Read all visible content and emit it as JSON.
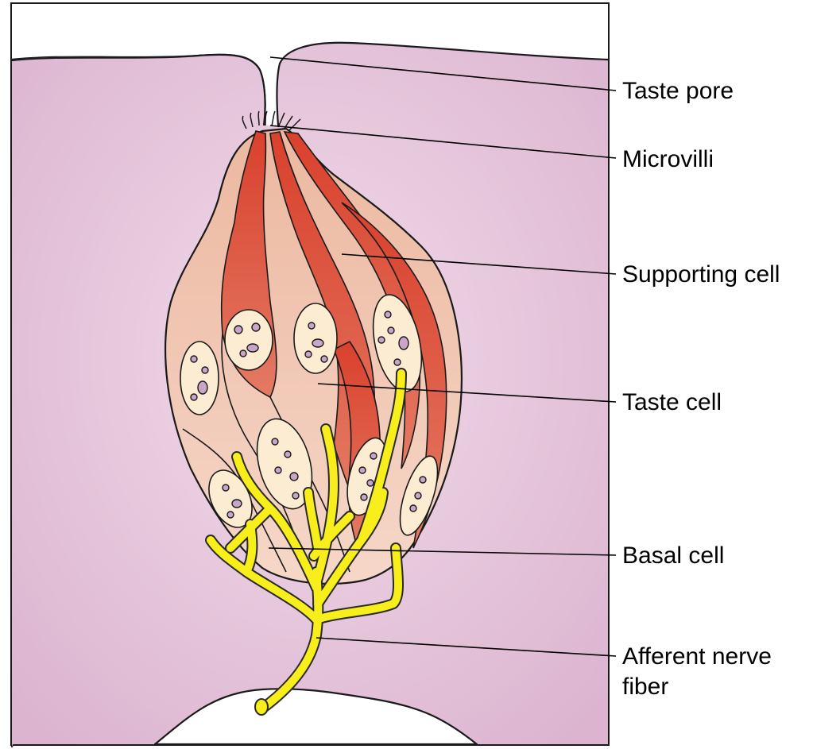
{
  "colors": {
    "tissue": "#e8c6dc",
    "tissue_dark": "#d8aecb",
    "bud_base": "#f2c5ad",
    "supporting": "#e0543e",
    "taste_cell": "#f6d6c6",
    "nucleus": "#fbecd2",
    "nucleolus": "#c9a6c9",
    "nerve": "#f7ee1b",
    "nerve_outline": "#2a2a2a"
  },
  "labels": {
    "taste_pore": "Taste pore",
    "microvilli": "Microvilli",
    "supporting_cell": "Supporting cell",
    "taste_cell": "Taste cell",
    "basal_cell": "Basal cell",
    "afferent_line1": "Afferent nerve",
    "afferent_line2": "fiber"
  }
}
